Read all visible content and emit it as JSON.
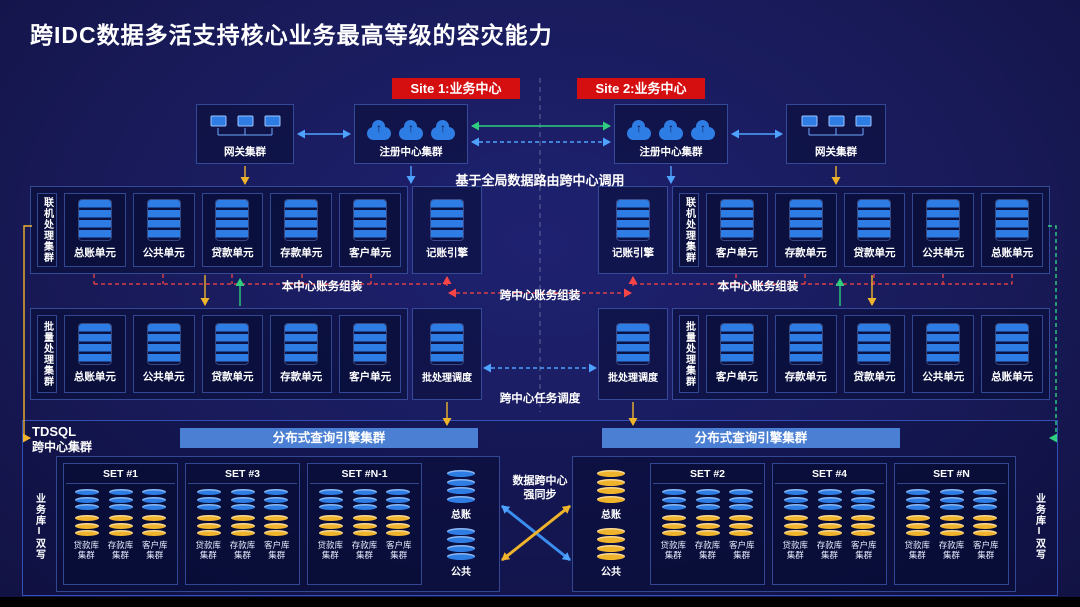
{
  "slide": {
    "title": "跨IDC数据多活支持核心业务最高等级的容灾能力"
  },
  "sites": {
    "site1": "Site 1:业务中心",
    "site2": "Site 2:业务中心"
  },
  "top": {
    "gateway_left": "网关集群",
    "registry_left": "注册中心集群",
    "registry_right": "注册中心集群",
    "gateway_right": "网关集群",
    "routing_label": "基于全局数据路由跨中心调用"
  },
  "online": {
    "left": {
      "side_label": "联机处理集群",
      "units": [
        "总账单元",
        "公共单元",
        "贷款单元",
        "存款单元",
        "客户单元"
      ],
      "engine": "记账引擎"
    },
    "right": {
      "side_label": "联机处理集群",
      "units": [
        "客户单元",
        "存款单元",
        "贷款单元",
        "公共单元",
        "总账单元"
      ],
      "engine": "记账引擎"
    },
    "assemble_left": "本中心账务组装",
    "assemble_center": "跨中心账务组装",
    "assemble_right": "本中心账务组装"
  },
  "batch": {
    "left": {
      "side_label": "批量处理集群",
      "units": [
        "总账单元",
        "公共单元",
        "贷款单元",
        "存款单元",
        "客户单元"
      ],
      "scheduler": "批处理调度"
    },
    "right": {
      "side_label": "批量处理集群",
      "units": [
        "客户单元",
        "存款单元",
        "贷款单元",
        "公共单元",
        "总账单元"
      ],
      "scheduler": "批处理调度"
    },
    "task_label": "跨中心任务调度"
  },
  "tdsql": {
    "name": "TDSQL",
    "subname": "跨中心集群",
    "query_left": "分布式查询引擎集群",
    "query_right": "分布式查询引擎集群",
    "sync_line1": "数据跨中心",
    "sync_line2": "强同步",
    "write_left": "业务库I双写",
    "write_right": "业务库I双写",
    "left_sets": [
      {
        "name": "SET #1",
        "dbs": [
          "贷款库集群",
          "存款库集群",
          "客户库集群"
        ]
      },
      {
        "name": "SET #3",
        "dbs": [
          "贷款库集群",
          "存款库集群",
          "客户库集群"
        ]
      },
      {
        "name": "SET #N-1",
        "dbs": [
          "贷款库集群",
          "存款库集群",
          "客户库集群"
        ]
      }
    ],
    "right_sets": [
      {
        "name": "SET #2",
        "dbs": [
          "贷款库集群",
          "存款库集群",
          "客户库集群"
        ]
      },
      {
        "name": "SET #4",
        "dbs": [
          "贷款库集群",
          "存款库集群",
          "客户库集群"
        ]
      },
      {
        "name": "SET #N",
        "dbs": [
          "贷款库集群",
          "存款库集群",
          "客户库集群"
        ]
      }
    ],
    "left_shared": [
      "总账",
      "公共"
    ],
    "right_shared": [
      "总账",
      "公共"
    ]
  },
  "colors": {
    "bg": "#181a58",
    "box-border": "#3350b4",
    "icon-blue": "#2e7de5",
    "accent-red": "#d50f0f",
    "accent-yellow": "#f0b32c",
    "accent-green": "#2fcf7f",
    "accent-blue": "#4da3ff",
    "banner-blue": "#4a7fd4",
    "db-yellow": "#f0b32c",
    "text": "#ffffff"
  }
}
